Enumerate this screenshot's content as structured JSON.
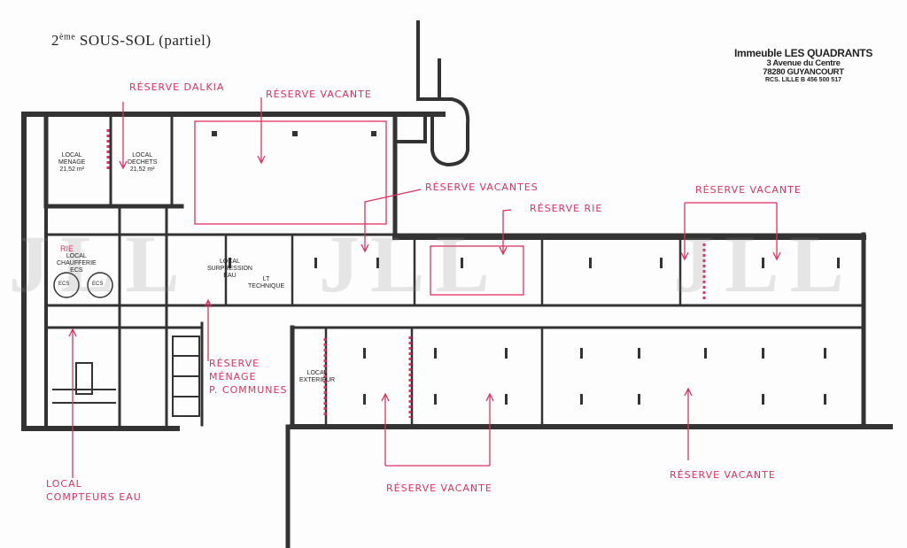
{
  "title": {
    "main": "SOUS-SOL (partiel)",
    "level_prefix": "2",
    "level_suffix": "ème"
  },
  "building": {
    "name": "Immeuble LES QUADRANTS",
    "address": "3 Avenue du Centre",
    "city": "78280 GUYANCOURT",
    "rcs": "RCS. LILLE B 456 500 517"
  },
  "watermark": "JLL",
  "rooms": {
    "menage": "LOCAL\nMENAGE\n21,52 m²",
    "dechets": "LOCAL\nDECHETS\n21,52 m²",
    "chaufferie": "LOCAL\nCHAUFFERIE\nECS",
    "rie_small": "RIE",
    "technique": "LT\nTECHNIQUE",
    "eau": "LOCAL\nSURPRESSION\nEAU",
    "boiler1": "ECS",
    "boiler2": "ECS",
    "exterieur": "LOCAL\nEXTERIEUR"
  },
  "annotations": {
    "dalkia": "RÉSERVE DALKIA",
    "vacante_top": "RÉSERVE VACANTE",
    "vacantes_mid": "RÉSERVE VACANTES",
    "rie": "RÉSERVE RIE",
    "vacante_right": "RÉSERVE VACANTE",
    "menage_pc": "RÉSERVE\nMÉNAGE\nP. COMMUNES",
    "local_compteurs": "LOCAL\nCOMPTEURS EAU",
    "vacante_bottom_mid": "RÉSERVE VACANTE",
    "vacante_bottom_right": "RÉSERVE VACANTE"
  },
  "colors": {
    "annotation": "#e0305e",
    "walls": "#333333",
    "watermark": "#888888"
  }
}
